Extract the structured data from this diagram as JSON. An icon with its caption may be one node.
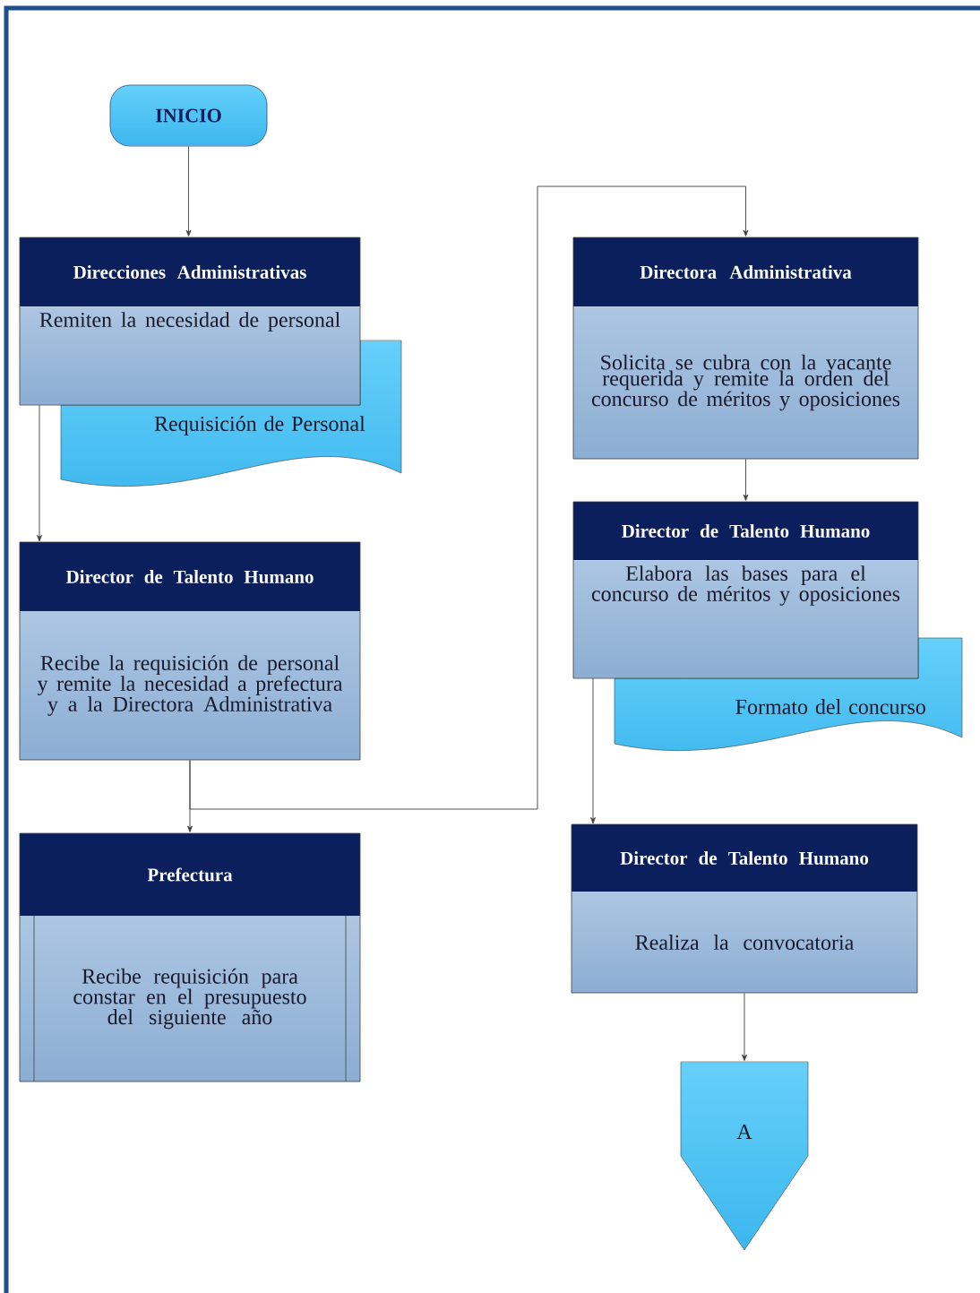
{
  "diagram": {
    "nodes": [
      {
        "text": [
          "INICIO"
        ]
      },
      {
        "text": [
          "Direcciones Administrativas",
          "Remiten la necesidad de personal"
        ]
      },
      {
        "text": [
          "Requisición de Personal"
        ]
      },
      {
        "text": [
          "Director de Talento Humano",
          "Recibe la requisición de personal y remite la necesidad a prefectura y a la Directora Administrativa"
        ]
      },
      {
        "text": [
          "Prefectura",
          "Recibe requisición para constar en el presupuesto del siguiente año"
        ]
      },
      {
        "text": [
          "Directora Administrativa",
          "Solicita se cubra con la vacante requerida y remite la orden del concurso de méritos y oposiciones"
        ]
      },
      {
        "text": [
          "Director de Talento Humano",
          "Elabora las bases para el concurso de méritos y oposiciones"
        ]
      },
      {
        "text": [
          "Formato del concurso"
        ]
      },
      {
        "text": [
          "Director de Talento Humano",
          "Realiza la convocatoria"
        ]
      },
      {
        "text": [
          "A"
        ]
      }
    ],
    "edges": [
      {
        "from": 0,
        "to": 1,
        "arrow": "to"
      },
      {
        "from": 1,
        "to": 3,
        "arrow": "to"
      },
      {
        "from": 3,
        "to": 4,
        "arrow": "to"
      },
      {
        "from": 3,
        "to": 5,
        "arrow": "to"
      },
      {
        "from": 5,
        "to": 6,
        "arrow": "to"
      },
      {
        "from": 6,
        "to": 8,
        "arrow": "to"
      },
      {
        "from": 8,
        "to": 9,
        "arrow": "to"
      }
    ]
  }
}
